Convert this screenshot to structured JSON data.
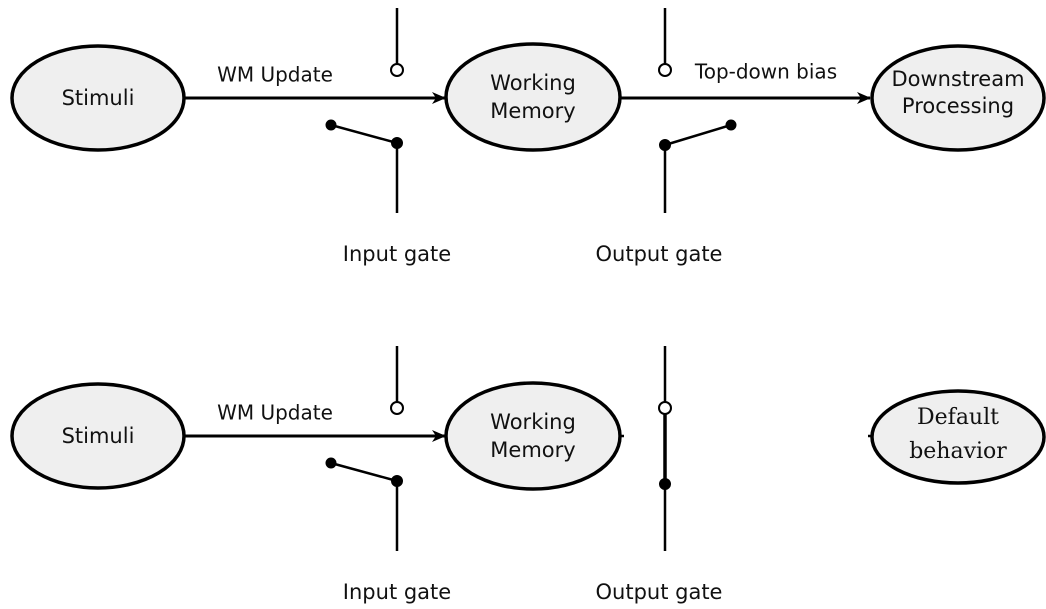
{
  "panels": [
    {
      "stimuli_label": "Stimuli",
      "update_label": "WM Update",
      "wm_line1": "Working",
      "wm_line2": "Memory",
      "bias_label": "Top-down bias",
      "downstream_line1": "Downstream",
      "downstream_line2": "Processing",
      "input_gate_label": "Input gate",
      "output_gate_label": "Output gate",
      "input_gate_state": "closed",
      "output_gate_state": "closed"
    },
    {
      "stimuli_label": "Stimuli",
      "update_label": "WM Update",
      "wm_line1": "Working",
      "wm_line2": "Memory",
      "default_line1": "Default",
      "default_line2": "behavior",
      "input_gate_label": "Input gate",
      "output_gate_label": "Output gate",
      "input_gate_state": "closed",
      "output_gate_state": "open"
    }
  ],
  "colors": {
    "node_fill": "#efefef",
    "stroke": "#000000",
    "text": "#111111",
    "background": "#ffffff"
  }
}
